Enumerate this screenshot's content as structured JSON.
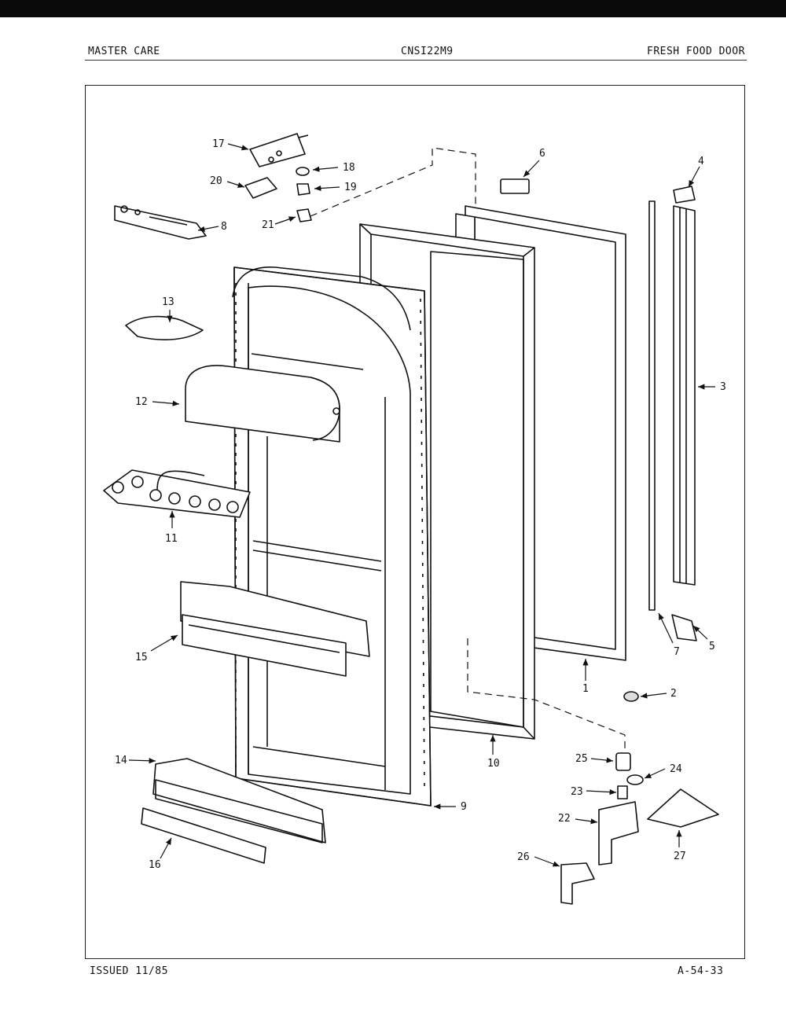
{
  "header": {
    "left": "MASTER CARE",
    "center": "CNSI22M9",
    "right": "FRESH FOOD DOOR"
  },
  "footer": {
    "left": "ISSUED 11/85",
    "right": "A-54-33"
  },
  "callouts": [
    {
      "id": "17",
      "text": "17"
    },
    {
      "id": "18",
      "text": "18"
    },
    {
      "id": "19",
      "text": "19"
    },
    {
      "id": "20",
      "text": "20"
    },
    {
      "id": "21",
      "text": "21"
    },
    {
      "id": "8",
      "text": "8"
    },
    {
      "id": "6",
      "text": "6"
    },
    {
      "id": "4",
      "text": "4"
    },
    {
      "id": "13",
      "text": "13"
    },
    {
      "id": "12",
      "text": "12"
    },
    {
      "id": "3",
      "text": "3"
    },
    {
      "id": "11",
      "text": "11"
    },
    {
      "id": "15",
      "text": "15"
    },
    {
      "id": "7",
      "text": "7"
    },
    {
      "id": "5",
      "text": "5"
    },
    {
      "id": "2",
      "text": "2"
    },
    {
      "id": "1",
      "text": "1"
    },
    {
      "id": "14",
      "text": "14"
    },
    {
      "id": "10",
      "text": "10"
    },
    {
      "id": "25",
      "text": "25"
    },
    {
      "id": "24",
      "text": "24"
    },
    {
      "id": "23",
      "text": "23"
    },
    {
      "id": "9",
      "text": "9"
    },
    {
      "id": "22",
      "text": "22"
    },
    {
      "id": "27",
      "text": "27"
    },
    {
      "id": "26",
      "text": "26"
    },
    {
      "id": "16",
      "text": "16"
    }
  ]
}
